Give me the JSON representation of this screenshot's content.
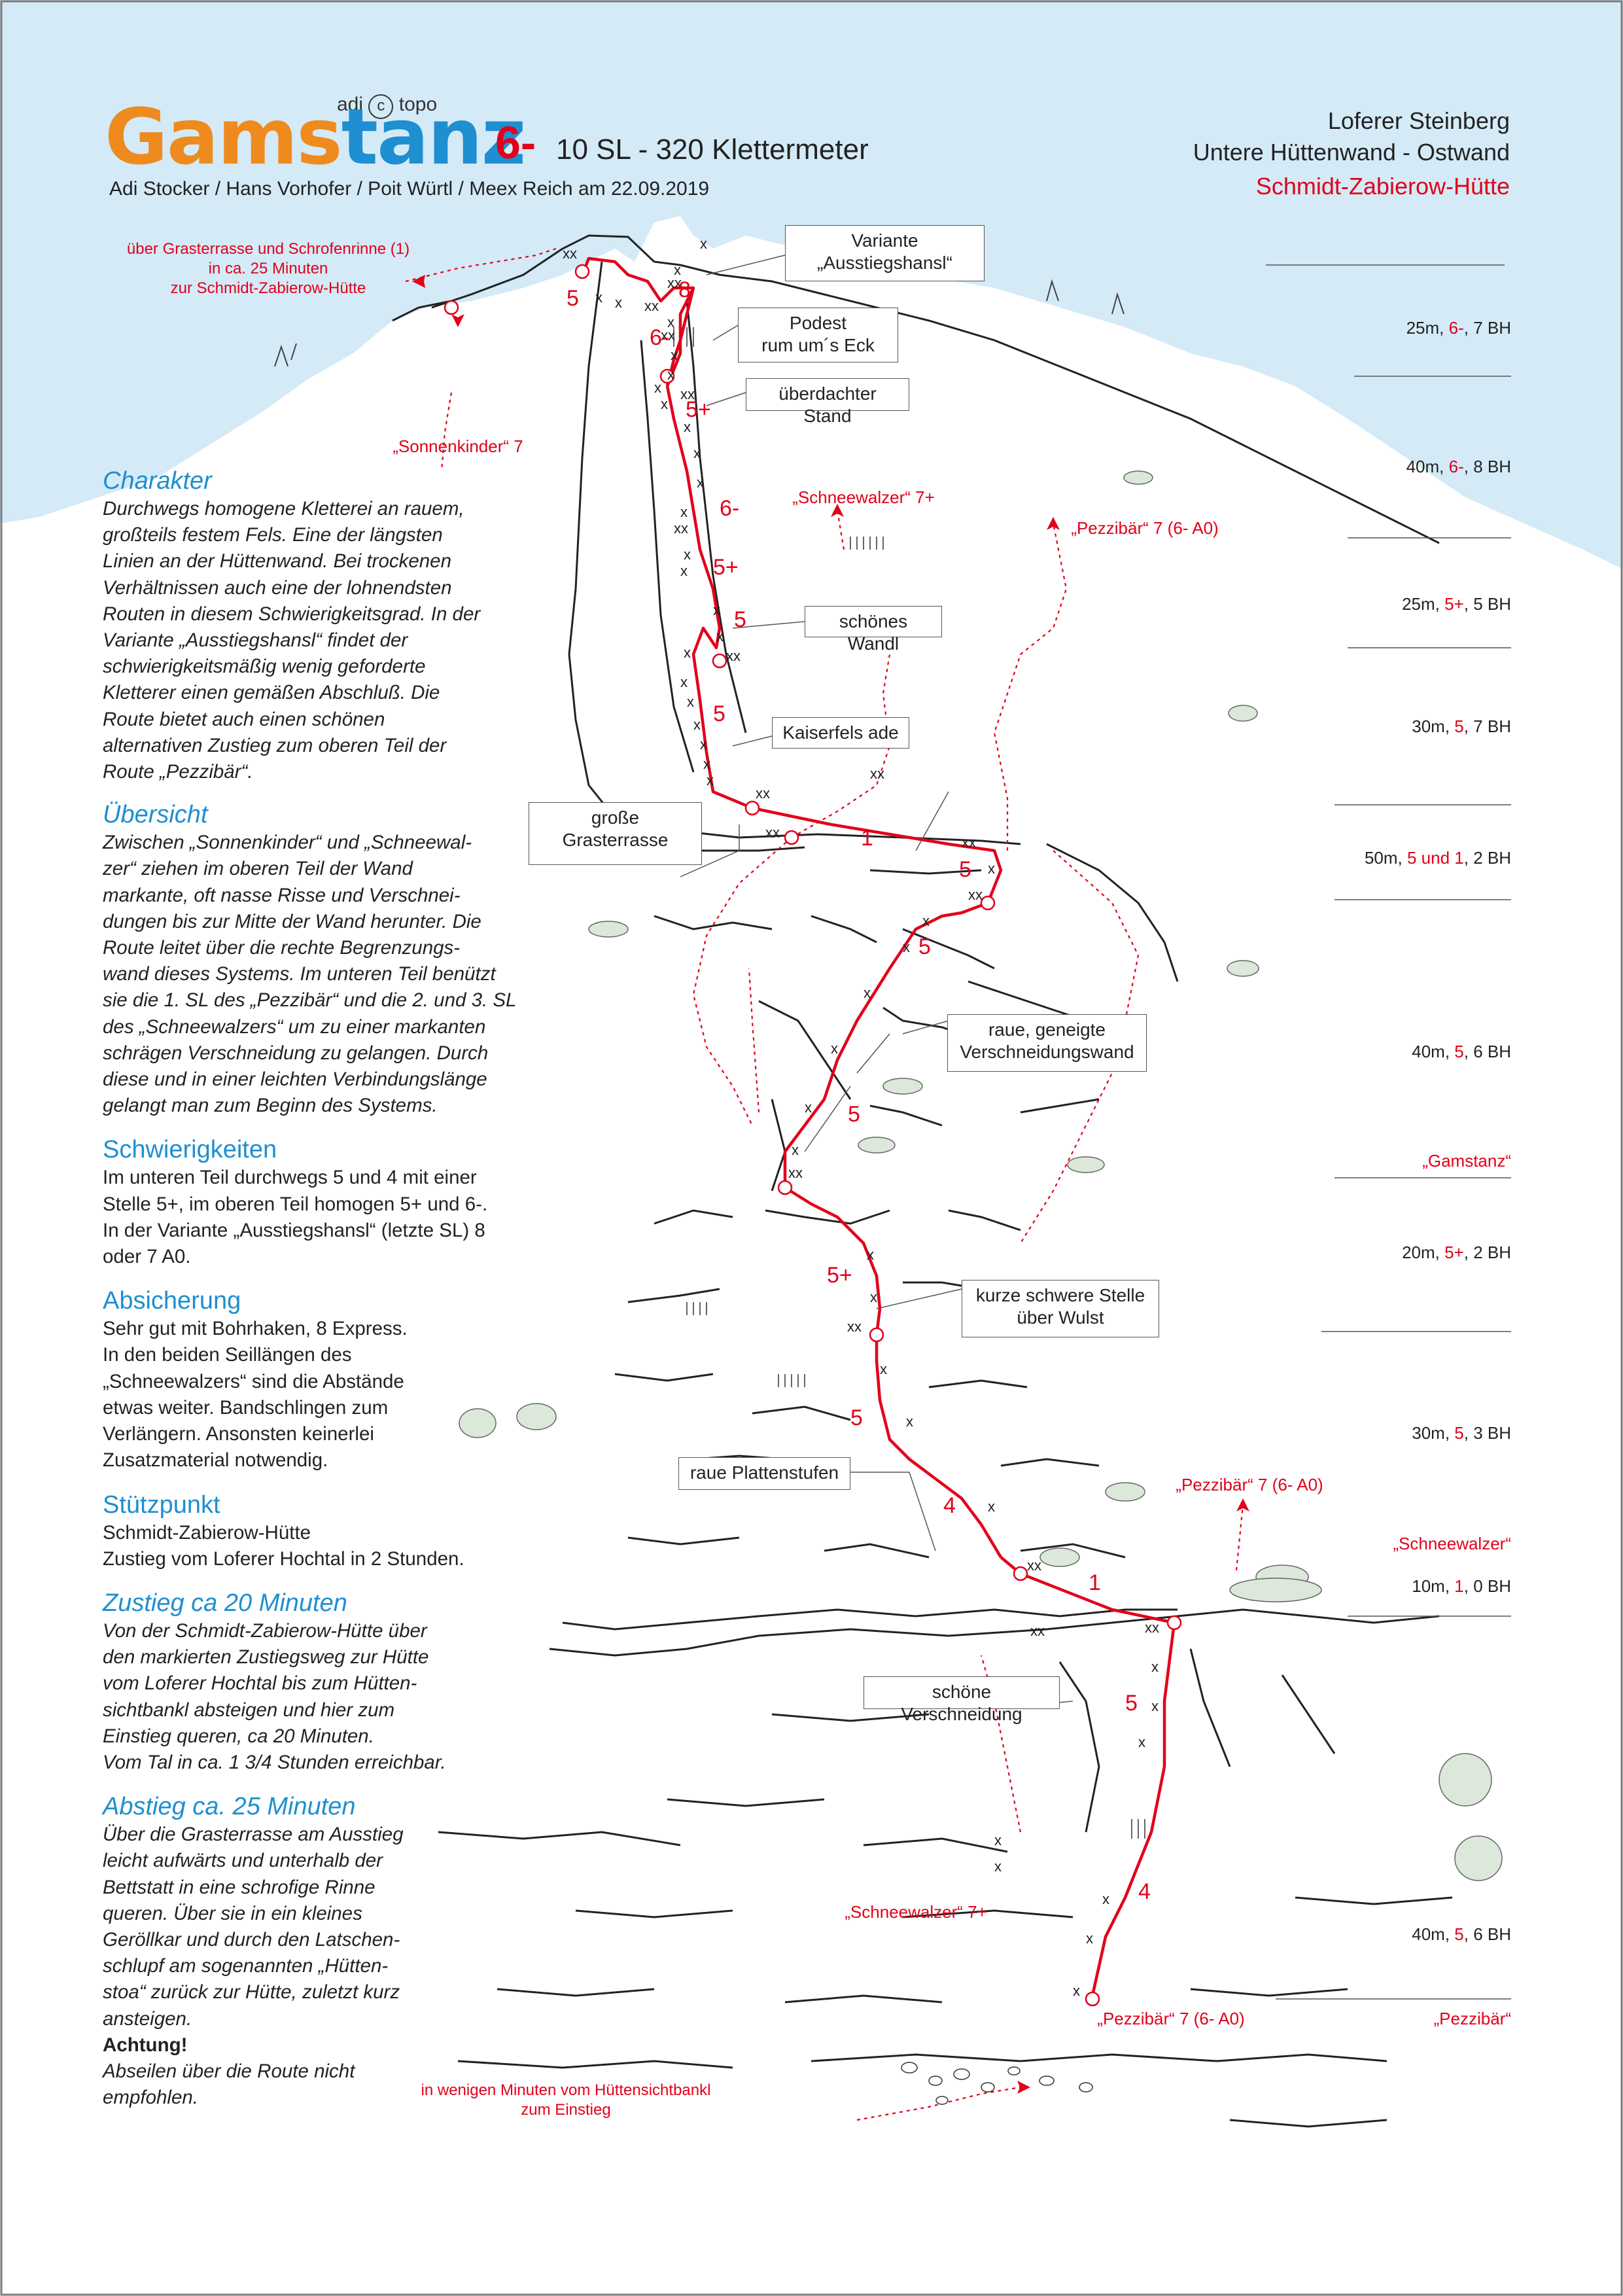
{
  "header": {
    "brand_left": "adi",
    "brand_mark": "c",
    "brand_right": "topo",
    "logo_part1": "Gams",
    "logo_part2": "tanz",
    "grade": "6-",
    "pitch_summary": "10 SL - 320 Klettermeter",
    "authors": "Adi Stocker / Hans Vorhofer / Poit Würtl / Meex Reich am 22.09.2019"
  },
  "location": {
    "area": "Loferer Steinberg",
    "wall": "Untere Hüttenwand - Ostwand",
    "hut": "Schmidt-Zabierow-Hütte"
  },
  "sections": [
    {
      "title": "Charakter",
      "italic": true,
      "lines": [
        "Durchwegs homogene Kletterei an rauem,",
        "großteils festem Fels.  Eine der längsten",
        "Linien an der Hüttenwand. Bei trockenen",
        "Verhältnissen auch eine der lohnendsten",
        "Routen in diesem Schwierigkeitsgrad. In der",
        "Variante „Ausstiegshansl“ findet der",
        "schwierigkeitsmäßig wenig geforderte",
        "Kletterer einen gemäßen Abschluß. Die",
        "Route bietet auch einen schönen",
        "alternativen Zustieg zum oberen Teil der",
        "Route „Pezzibär“."
      ]
    },
    {
      "title": "Übersicht",
      "italic": true,
      "lines": [
        "Zwischen „Sonnenkinder“ und „Schneewal-",
        "zer“ ziehen im oberen Teil der Wand",
        "markante, oft nasse Risse und Verschnei-",
        "dungen bis zur Mitte der Wand herunter. Die",
        "Route leitet über die rechte Begrenzungs-",
        "wand dieses Systems. Im unteren Teil benützt",
        "sie die 1. SL des „Pezzibär“ und die 2. und 3. SL",
        "des „Schneewalzers“ um zu einer markanten",
        "schrägen Verschneidung zu gelangen. Durch",
        "diese und in einer leichten Verbindungslänge",
        "gelangt man zum Beginn des Systems."
      ]
    },
    {
      "title": "Schwierigkeiten",
      "italic": false,
      "lines": [
        "Im unteren Teil durchwegs 5 und 4 mit einer",
        "Stelle 5+, im oberen Teil homogen 5+ und 6-.",
        "In der Variante „Ausstiegshansl“  (letzte SL) 8",
        "oder 7 A0."
      ]
    },
    {
      "title": "Absicherung",
      "italic": false,
      "lines": [
        "Sehr gut mit Bohrhaken, 8 Express.",
        "In den beiden Seillängen des",
        "„Schneewalzers“ sind die Abstände",
        "etwas weiter. Bandschlingen zum",
        "Verlängern. Ansonsten keinerlei",
        "Zusatzmaterial notwendig."
      ]
    },
    {
      "title": "Stützpunkt",
      "italic": false,
      "lines": [
        "Schmidt-Zabierow-Hütte",
        "Zustieg vom Loferer Hochtal in 2 Stunden."
      ]
    },
    {
      "title": "Zustieg ca 20 Minuten",
      "italic": true,
      "lines": [
        "Von der Schmidt-Zabierow-Hütte über",
        "den markierten Zustiegsweg zur Hütte",
        "vom Loferer Hochtal bis zum Hütten-",
        "sichtbankl absteigen und hier zum",
        "Einstieg queren, ca 20 Minuten.",
        "Vom Tal in ca. 1 3/4 Stunden erreichbar."
      ]
    },
    {
      "title": "Abstieg ca. 25 Minuten",
      "italic": true,
      "lines": [
        "Über die Grasterrasse am Ausstieg",
        "leicht aufwärts  und unterhalb der",
        "Bettstatt in eine schrofige Rinne",
        "queren. Über sie in ein kleines",
        "Geröllkar und durch den Latschen-",
        "schlupf  am sogenannten „Hütten-",
        "stoa“ zurück zur Hütte, zuletzt kurz",
        "ansteigen."
      ]
    }
  ],
  "warning_title": "Achtung!",
  "warning_lines": [
    "Abseilen über die Route nicht",
    "empfohlen."
  ],
  "pitches": [
    {
      "pre": "25m, ",
      "grade": "6-",
      "post": ", 7 BH"
    },
    {
      "pre": "40m, ",
      "grade": "6-",
      "post": ", 8 BH"
    },
    {
      "pre": "25m, ",
      "grade": "5+",
      "post": ", 5 BH"
    },
    {
      "pre": "30m, ",
      "grade": "5",
      "post": ", 7 BH"
    },
    {
      "pre": "50m, ",
      "grade": "5 und 1",
      "post": ", 2 BH"
    },
    {
      "pre": "40m, ",
      "grade": "5",
      "post": ", 6 BH"
    },
    {
      "pre": "20m, ",
      "grade": "5+",
      "post": ", 2 BH"
    },
    {
      "pre": "30m, ",
      "grade": "5",
      "post": ", 3 BH"
    },
    {
      "pre": "10m, ",
      "grade": "1",
      "post": ", 0 BH"
    },
    {
      "pre": "40m, ",
      "grade": "5",
      "post": ", 6 BH"
    }
  ],
  "side_routes": {
    "gamstanz": "„Gamstanz“",
    "schneewalzer": "„Schneewalzer“",
    "pezzibaer": "„Pezzibär“"
  },
  "callouts": {
    "variante": [
      "Variante",
      "„Ausstiegshansl“"
    ],
    "podest": [
      "Podest",
      "rum um´s Eck"
    ],
    "stand": "überdachter Stand",
    "wandl": "schönes Wandl",
    "kaiserfels": "Kaiserfels ade",
    "grasterrasse": [
      "große",
      "Grasterrasse"
    ],
    "verschneidungswand": [
      "raue, geneigte",
      "Verschneidungswand"
    ],
    "wulst": [
      "kurze schwere Stelle",
      "über Wulst"
    ],
    "plattenstufen": "raue Plattenstufen",
    "verschneidung": "schöne Verschneidung"
  },
  "route_labels": {
    "sonnenkinder": "„Sonnenkinder“ 7",
    "schneewalzer_upper": "„Schneewalzer“ 7+",
    "pezzibaer_upper": "„Pezzibär“ 7 (6- A0)",
    "pezzibaer_mid": "„Pezzibär“ 7 (6- A0)",
    "schneewalzer_lower": "„Schneewalzer“ 7+",
    "pezzibaer_start": "„Pezzibär“ 7 (6- A0)"
  },
  "top_note": [
    "über Grasterrasse und Schrofenrinne (1)",
    "in ca. 25 Minuten",
    "zur Schmidt-Zabierow-Hütte"
  ],
  "bottom_note": [
    "in wenigen Minuten vom Hüttensichtbankl",
    "zum Einstieg"
  ],
  "route_grades": [
    "8",
    "5",
    "6-",
    "5+",
    "6-",
    "5+",
    "5",
    "5",
    "1",
    "5",
    "5",
    "5",
    "5+",
    "5",
    "4",
    "1",
    "5",
    "4"
  ],
  "colors": {
    "route": "#e2001a",
    "sky": "#d4eaf7",
    "accent_blue": "#1e8fd0",
    "accent_orange": "#ef8a1f"
  }
}
